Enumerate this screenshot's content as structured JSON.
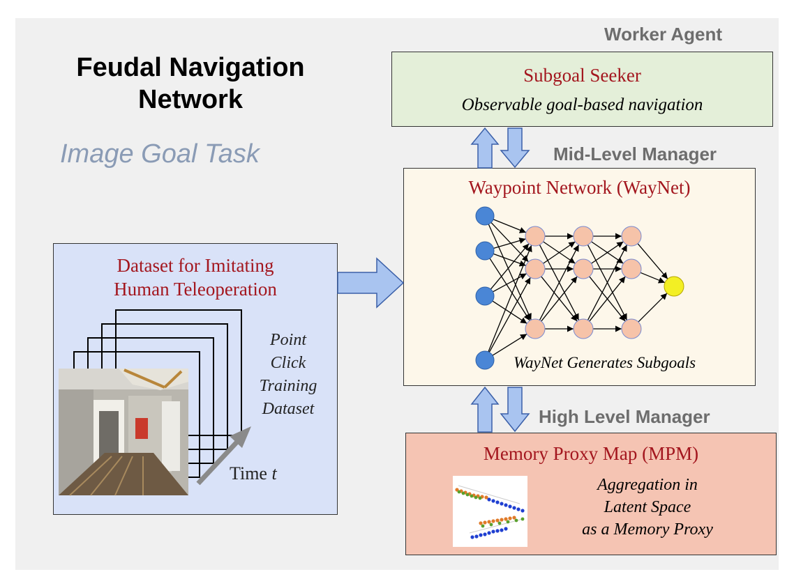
{
  "title": "Feudal Navigation Network",
  "subtitle": "Image Goal Task",
  "worker": {
    "role": "Worker Agent",
    "name": "Subgoal Seeker",
    "desc": "Observable goal-based navigation"
  },
  "mid": {
    "role": "Mid-Level Manager",
    "name": "Waypoint Network (WayNet)",
    "caption": "WayNet Generates Subgoals"
  },
  "high": {
    "role": "High Level Manager",
    "name": "Memory Proxy Map (MPM)",
    "desc_lines": [
      "Aggregation in",
      "Latent Space",
      "as a Memory Proxy"
    ]
  },
  "dataset": {
    "name_lines": [
      "Dataset for Imitating",
      "Human Teleoperation"
    ],
    "stack_label_lines": [
      "Point",
      "Click",
      "Training",
      "Dataset"
    ],
    "time_label": "Time",
    "time_var": "t"
  },
  "colors": {
    "arrow_fill": "#a9c4f0",
    "arrow_stroke": "#3a5fa8",
    "input_node": "#4a86d6",
    "hidden_node": "#f6c3a9",
    "output_node": "#f3ef24",
    "title_red": "#a3161e"
  }
}
